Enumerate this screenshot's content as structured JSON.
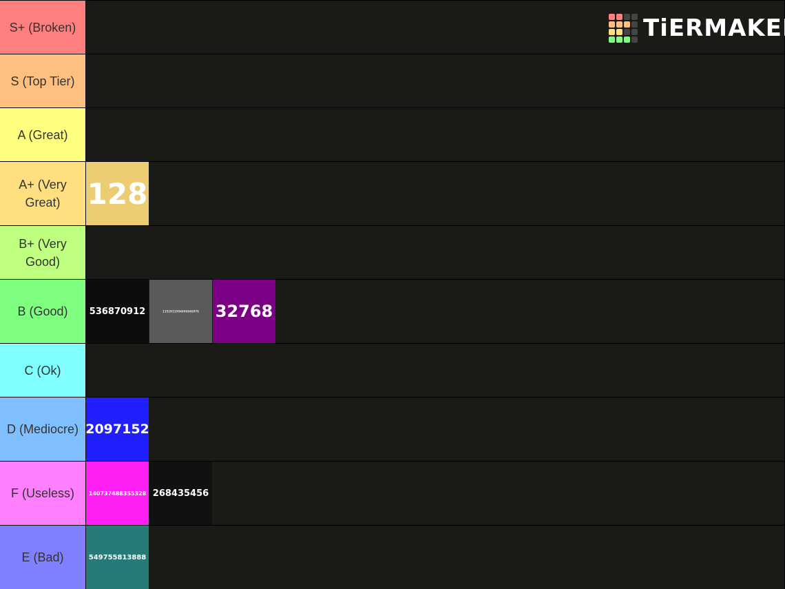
{
  "logo": {
    "text": "TiERMAKER"
  },
  "tiers": [
    {
      "label": "S+ (Broken)",
      "color": "#ff7f7f",
      "items": []
    },
    {
      "label": "S (Top Tier)",
      "color": "#ffbf7f",
      "items": []
    },
    {
      "label": "A (Great)",
      "color": "#ffff7f",
      "items": []
    },
    {
      "label": "A+ (Very Great)",
      "color": "#ffdf7f",
      "items": [
        {
          "text": "128",
          "bg": "#edcd74",
          "size": "big"
        }
      ]
    },
    {
      "label": "B+ (Very Good)",
      "color": "#bfff7f",
      "items": []
    },
    {
      "label": "B (Good)",
      "color": "#7fff7f",
      "items": [
        {
          "text": "536870912",
          "bg": "#0d0d0d",
          "size": "small"
        },
        {
          "text": "1152921504606846976",
          "bg": "#5a5a5a",
          "size": "quad"
        },
        {
          "text": "32768",
          "bg": "#7b0085",
          "size": "mid"
        }
      ]
    },
    {
      "label": "C (Ok)",
      "color": "#7fffff",
      "items": []
    },
    {
      "label": "D (Mediocre)",
      "color": "#7fbfff",
      "items": [
        {
          "text": "2097152",
          "bg": "#2020ff",
          "size": "med"
        }
      ]
    },
    {
      "label": "F (Useless)",
      "color": "#ff7fff",
      "items": [
        {
          "text": "140737488355328",
          "bg": "#ff20f5",
          "size": "tiny"
        },
        {
          "text": "268435456",
          "bg": "#111112",
          "size": "small"
        }
      ]
    },
    {
      "label": "E (Bad)",
      "color": "#7f7fff",
      "items": [
        {
          "text": "549755813888",
          "bg": "#267b76",
          "size": "small10"
        }
      ]
    }
  ]
}
